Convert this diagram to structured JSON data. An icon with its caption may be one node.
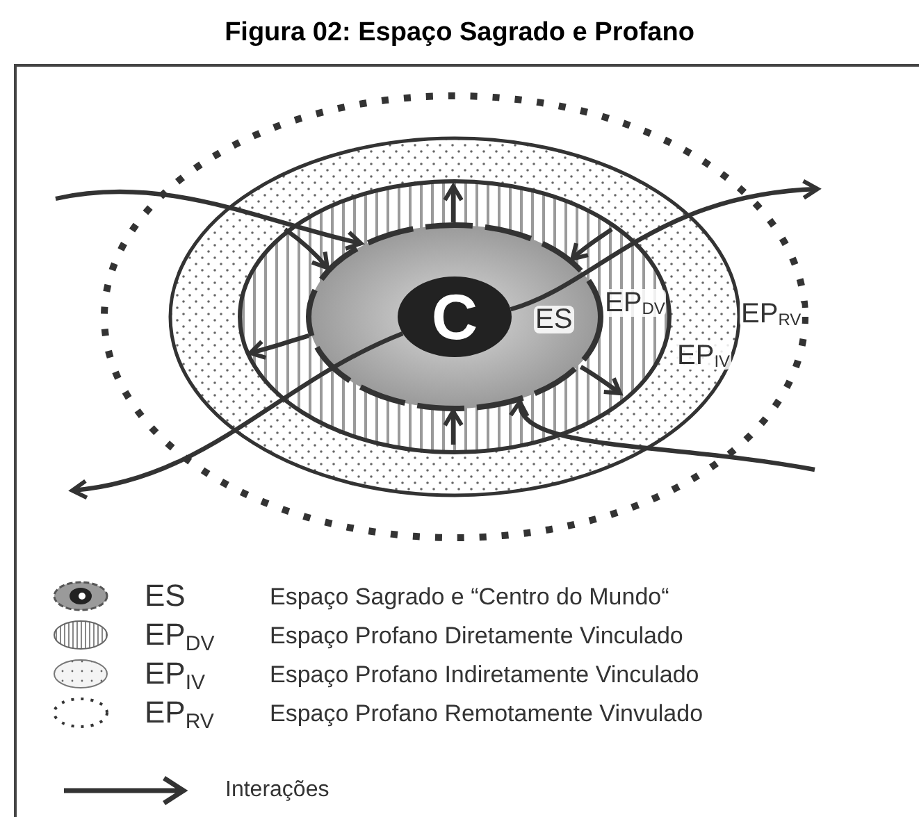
{
  "diagram": {
    "title": "Figura 02: Espaço Sagrado e Profano",
    "nodes": [
      {
        "text": [
          "EP$_{RV}$"
        ]
      },
      {
        "text": [
          "EP$_{IV}$"
        ],
        "in": 0
      },
      {
        "text": [
          "EP$_{DV}$"
        ],
        "in": 1
      },
      {
        "text": [
          "ES"
        ],
        "in": 2
      },
      {
        "text": [
          "C"
        ],
        "in": 3
      }
    ],
    "edges": [
      {
        "from": null,
        "to": 3,
        "arrow": "to"
      },
      {
        "from": null,
        "to": 3,
        "arrow": "to"
      },
      {
        "from": 3,
        "to": null,
        "arrow": "to"
      },
      {
        "from": null,
        "to": 3,
        "arrow": "to"
      },
      {
        "from": 3,
        "to": null,
        "arrow": "to"
      },
      {
        "from": 3,
        "to": null,
        "arrow": "to"
      },
      {
        "from": null,
        "to": 3,
        "arrow": "to"
      },
      {
        "from": 4,
        "to": null,
        "arrow": "to"
      },
      {
        "from": 4,
        "to": null,
        "arrow": "to"
      },
      {
        "from": null,
        "to": 3,
        "arrow": "to"
      }
    ],
    "labels": [
      "ES",
      "EP$_{DV}$",
      "EP$_{IV}$",
      "EP$_{RV}$"
    ],
    "legend": [
      {
        "text": "Espaço Sagrado e “Centro do Mundo“"
      },
      {
        "text": "Espaço Profano Diretamente Vinculado"
      },
      {
        "text": "Espaço Profano Indiretamente Vinculado"
      },
      {
        "text": "Espaço Profano Remotamente Vinvulado"
      },
      {
        "text": "Interações"
      }
    ]
  }
}
